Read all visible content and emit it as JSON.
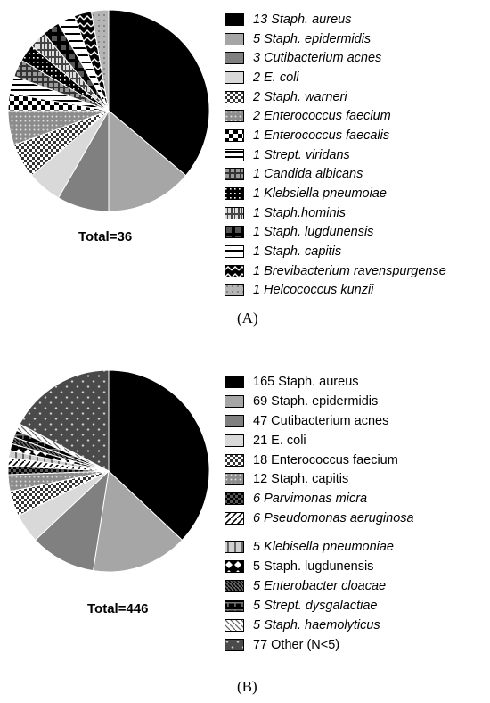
{
  "chart_data": [
    {
      "type": "pie",
      "panel": "(A)",
      "total_label": "Total=36",
      "slices": [
        {
          "label": "13 Staph. aureus",
          "value": 13,
          "pattern": "black",
          "italic": true
        },
        {
          "label": "5 Staph. epidermidis",
          "value": 5,
          "pattern": "gray",
          "italic": true
        },
        {
          "label": "3 Cutibacterium acnes",
          "value": 3,
          "pattern": "darkgray",
          "italic": true
        },
        {
          "label": "2 E. coli",
          "value": 2,
          "pattern": "lightgray",
          "italic": true
        },
        {
          "label": "2 Staph. warneri",
          "value": 2,
          "pattern": "checker",
          "italic": true
        },
        {
          "label": "2 Enterococcus faecium",
          "value": 2,
          "pattern": "graydots",
          "italic": true
        },
        {
          "label": "1 Enterococcus faecalis",
          "value": 1,
          "pattern": "bigcheck",
          "italic": true
        },
        {
          "label": "1 Strept. viridans",
          "value": 1,
          "pattern": "hstripes",
          "italic": true
        },
        {
          "label": "1 Candida albicans",
          "value": 1,
          "pattern": "grid",
          "italic": true
        },
        {
          "label": "1 Klebsiella pneumoiae",
          "value": 1,
          "pattern": "blackdots",
          "italic": true
        },
        {
          "label": "1 Staph.hominis",
          "value": 1,
          "pattern": "lightsquares",
          "italic": true
        },
        {
          "label": "1 Staph. lugdunensis",
          "value": 1,
          "pattern": "darkinset",
          "italic": true
        },
        {
          "label": "1 Staph. capitis",
          "value": 1,
          "pattern": "whitebar",
          "italic": true
        },
        {
          "label": "1 Brevibacterium ravenspurgense",
          "value": 1,
          "pattern": "zigzag",
          "italic": true
        },
        {
          "label": "1 Helcococcus kunzii",
          "value": 1,
          "pattern": "lightdots",
          "italic": true
        }
      ]
    },
    {
      "type": "pie",
      "panel": "(B)",
      "total_label": "Total=446",
      "slices": [
        {
          "label": "165 Staph. aureus",
          "value": 165,
          "pattern": "black",
          "italic": false
        },
        {
          "label": "69 Staph. epidermidis",
          "value": 69,
          "pattern": "gray",
          "italic": false
        },
        {
          "label": "47 Cutibacterium acnes",
          "value": 47,
          "pattern": "darkgray",
          "italic": false
        },
        {
          "label": "21 E. coli",
          "value": 21,
          "pattern": "lightgray",
          "italic": false
        },
        {
          "label": "18 Enterococcus faecium",
          "value": 18,
          "pattern": "checker",
          "italic": false
        },
        {
          "label": "12 Staph. capitis",
          "value": 12,
          "pattern": "graydots",
          "italic": false
        },
        {
          "label": "6 Parvimonas micra",
          "value": 6,
          "pattern": "darkcheck",
          "italic": true
        },
        {
          "label": "6 Pseudomonas aeruginosa",
          "value": 6,
          "pattern": "diag",
          "italic": true
        },
        {
          "label": "5 Klebisella pneumoniae",
          "value": 5,
          "pattern": "vbar",
          "italic": true
        },
        {
          "label": "5 Staph. lugdunensis",
          "value": 5,
          "pattern": "diamond",
          "italic": false
        },
        {
          "label": "5 Enterobacter cloacae",
          "value": 5,
          "pattern": "diagdense",
          "italic": true
        },
        {
          "label": "5 Strept. dysgalactiae",
          "value": 5,
          "pattern": "cross",
          "italic": true
        },
        {
          "label": "5 Staph. haemolyticus",
          "value": 5,
          "pattern": "diaglight",
          "italic": true
        },
        {
          "label": "77 Other (N<5)",
          "value": 77,
          "pattern": "darkdots",
          "italic": false
        }
      ]
    }
  ]
}
